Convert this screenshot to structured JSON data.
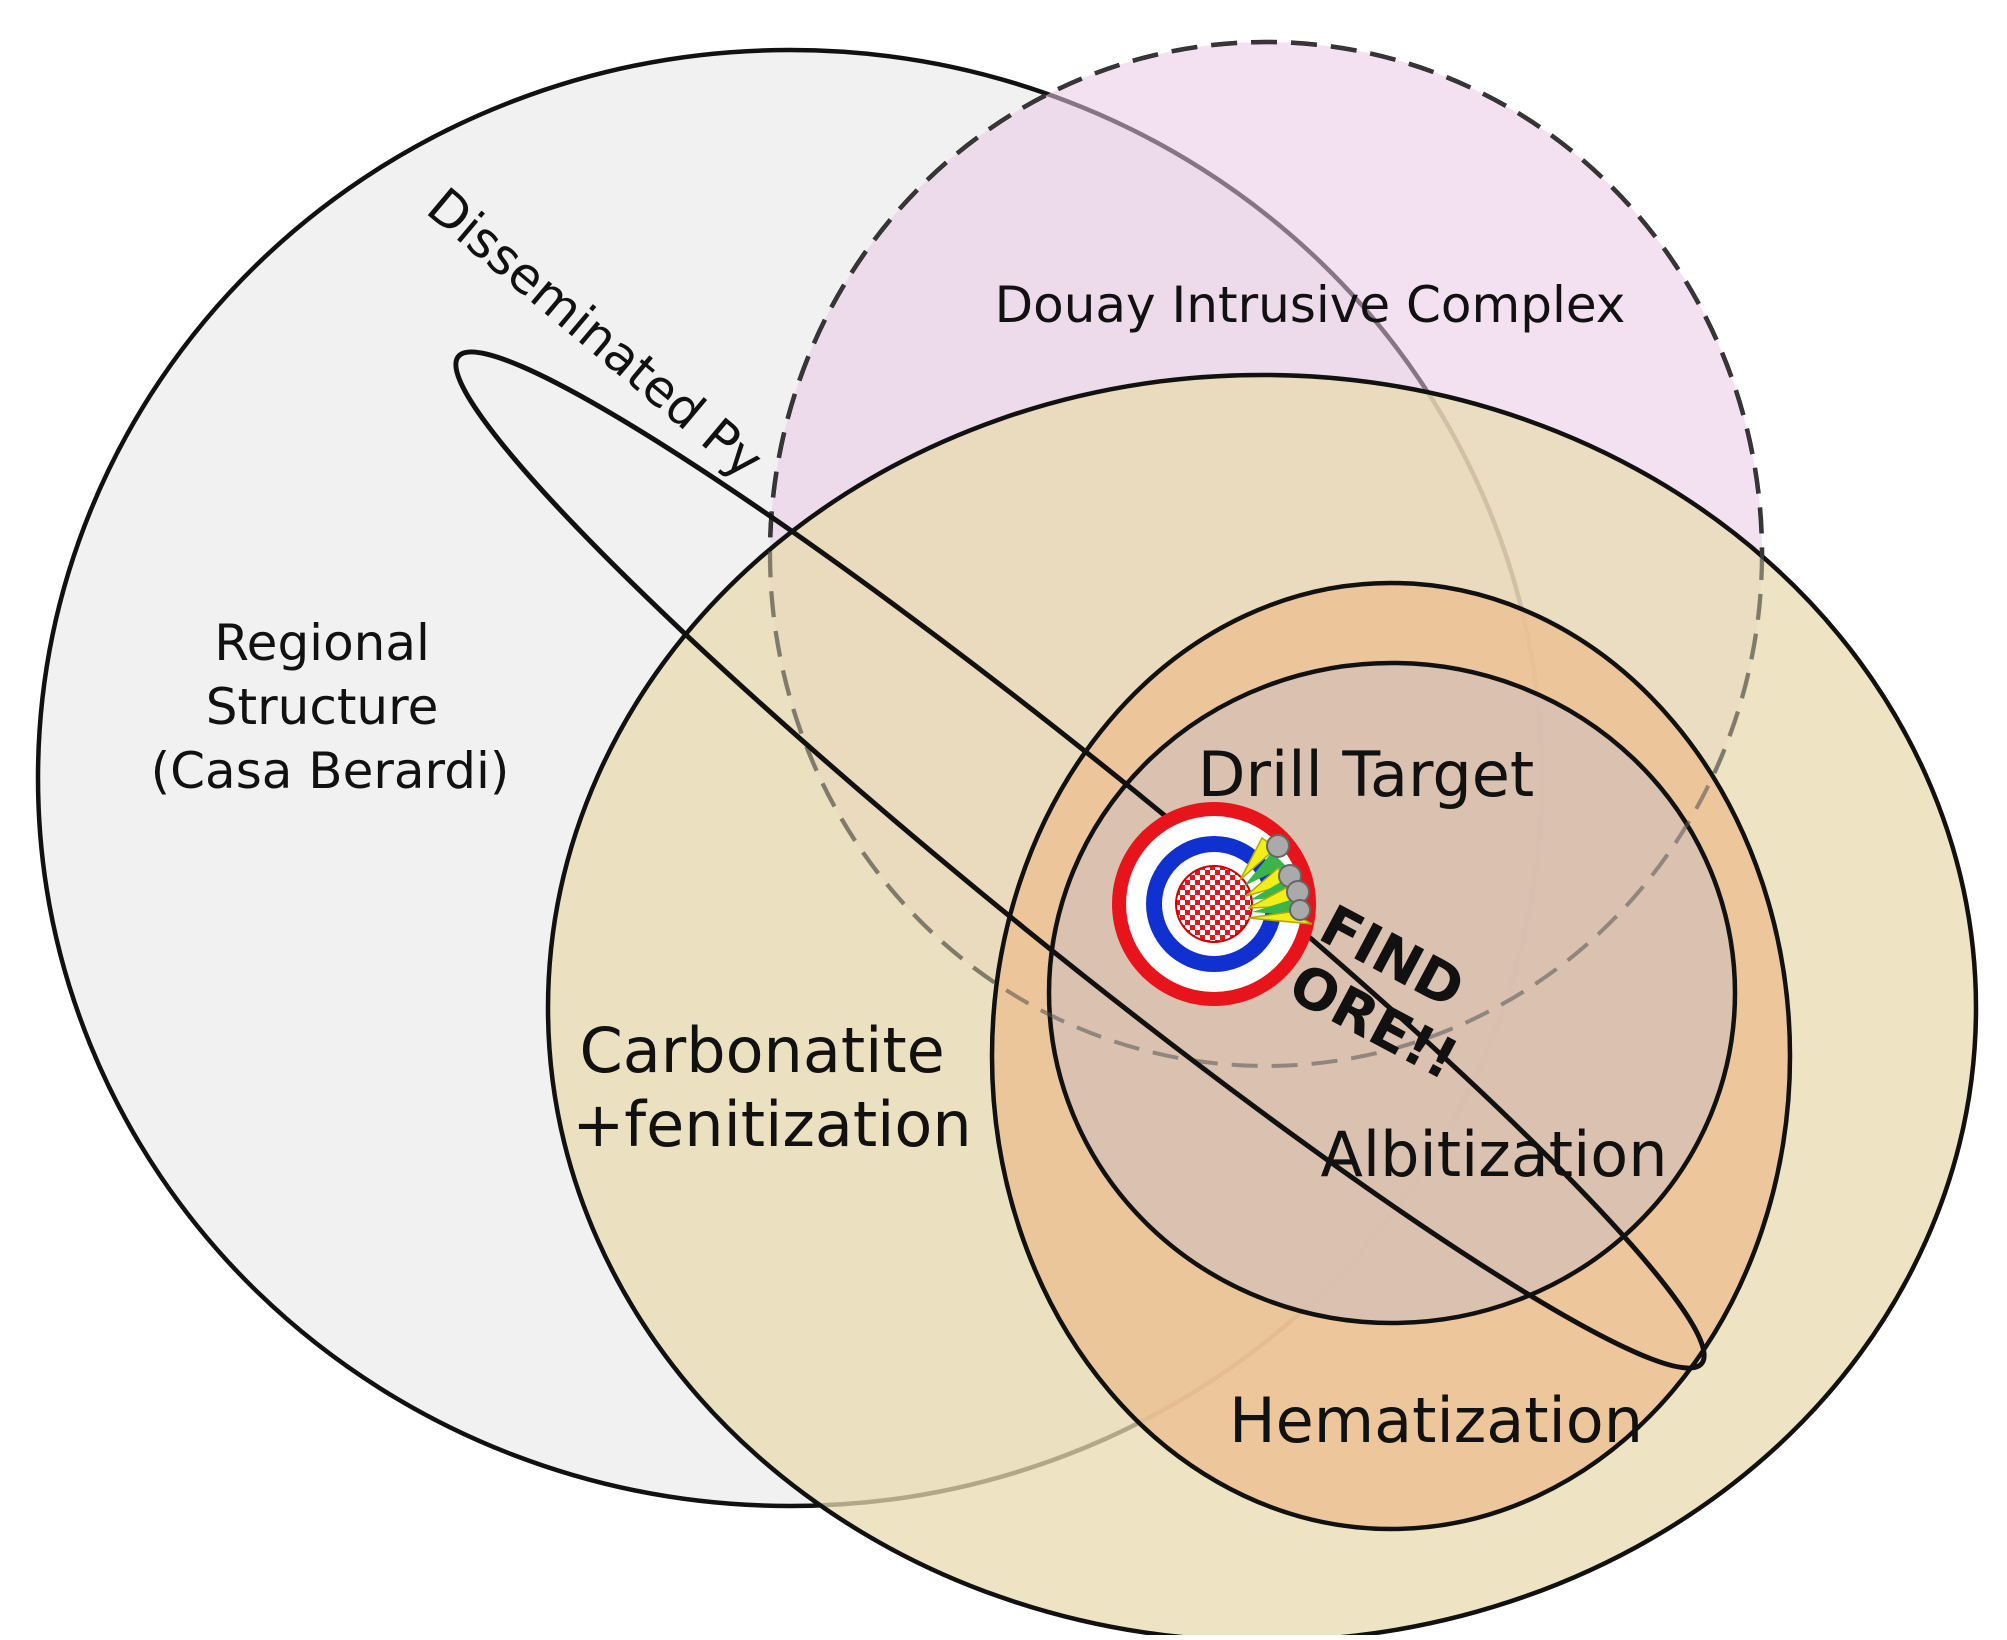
{
  "diagram": {
    "labels": {
      "regional_structure": [
        "Regional",
        "Structure",
        "(Casa Berardi)"
      ],
      "disseminated_py": "Disseminated Py",
      "douay": "Douay Intrusive Complex",
      "carbonatite": [
        "Carbonatite",
        "+fenitization"
      ],
      "drill_target": "Drill Target",
      "find_ore": [
        "FIND",
        "ORE!!"
      ],
      "albitization": "Albitization",
      "hematization": "Hematization"
    },
    "colors": {
      "regional_fill": "#f1f1f1",
      "douay_fill": "#e9c9e8",
      "carbonatite_fill": "#e8dbb0",
      "hematization_fill": "#ecc194",
      "albitization_fill": "#d8c0b2",
      "outline": "#111111",
      "target_red": "#e8141c",
      "target_blue": "#1030d0",
      "dart_yellow": "#f2ee1a",
      "dart_green": "#39b54a"
    },
    "icons": [
      "dartboard-icon",
      "dart-icon"
    ]
  }
}
